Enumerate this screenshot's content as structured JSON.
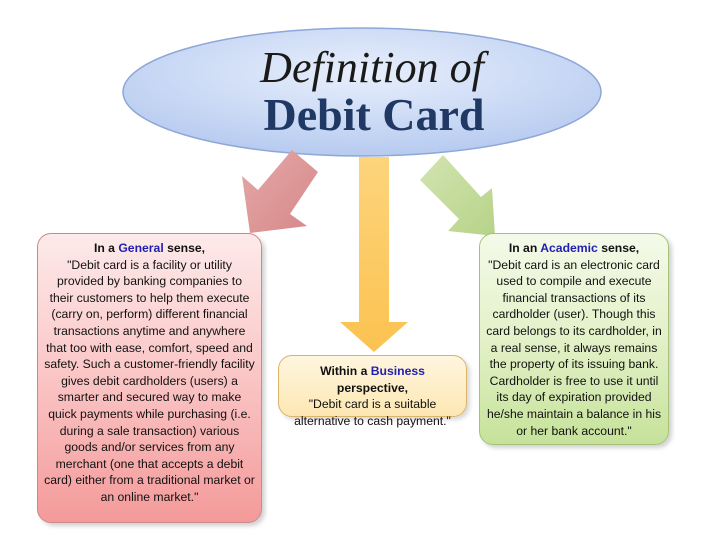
{
  "title": {
    "line1": "Definition of",
    "line2": "Debit Card"
  },
  "boxes": {
    "general": {
      "heading_pre": "In a ",
      "heading_kw": "General",
      "heading_post": " sense,",
      "body": "\"Debit card is a facility or utility provided by banking companies to their customers to help them execute (carry on, perform) different financial transactions anytime and anywhere that too with ease, comfort, speed and safety. Such a customer-friendly facility gives debit cardholders (users) a smarter and secured way to make quick payments while purchasing (i.e. during a sale transaction) various goods and/or services from any merchant (one that accepts a debit card) either from a traditional market or an online market.\""
    },
    "business": {
      "heading_pre": "Within a ",
      "heading_kw": "Business",
      "heading_post": " perspective,",
      "body": "\"Debit card is a suitable alternative to cash payment.\""
    },
    "academic": {
      "heading_pre": "In an ",
      "heading_kw": "Academic",
      "heading_post": " sense,",
      "body": "\"Debit card is an electronic card used to compile and execute financial transactions of its cardholder (user). Though this card belongs to its cardholder, in a real sense, it always remains the property of its issuing bank. Cardholder is free to use it until its day of expiration provided he/she maintain a balance in his or her bank account.\""
    }
  },
  "colors": {
    "ellipse": "#c5d5f3",
    "arrow_left": "#d98e8e",
    "arrow_center": "#fcc860",
    "arrow_right": "#c1d997",
    "keyword": "#1f1fb4"
  }
}
